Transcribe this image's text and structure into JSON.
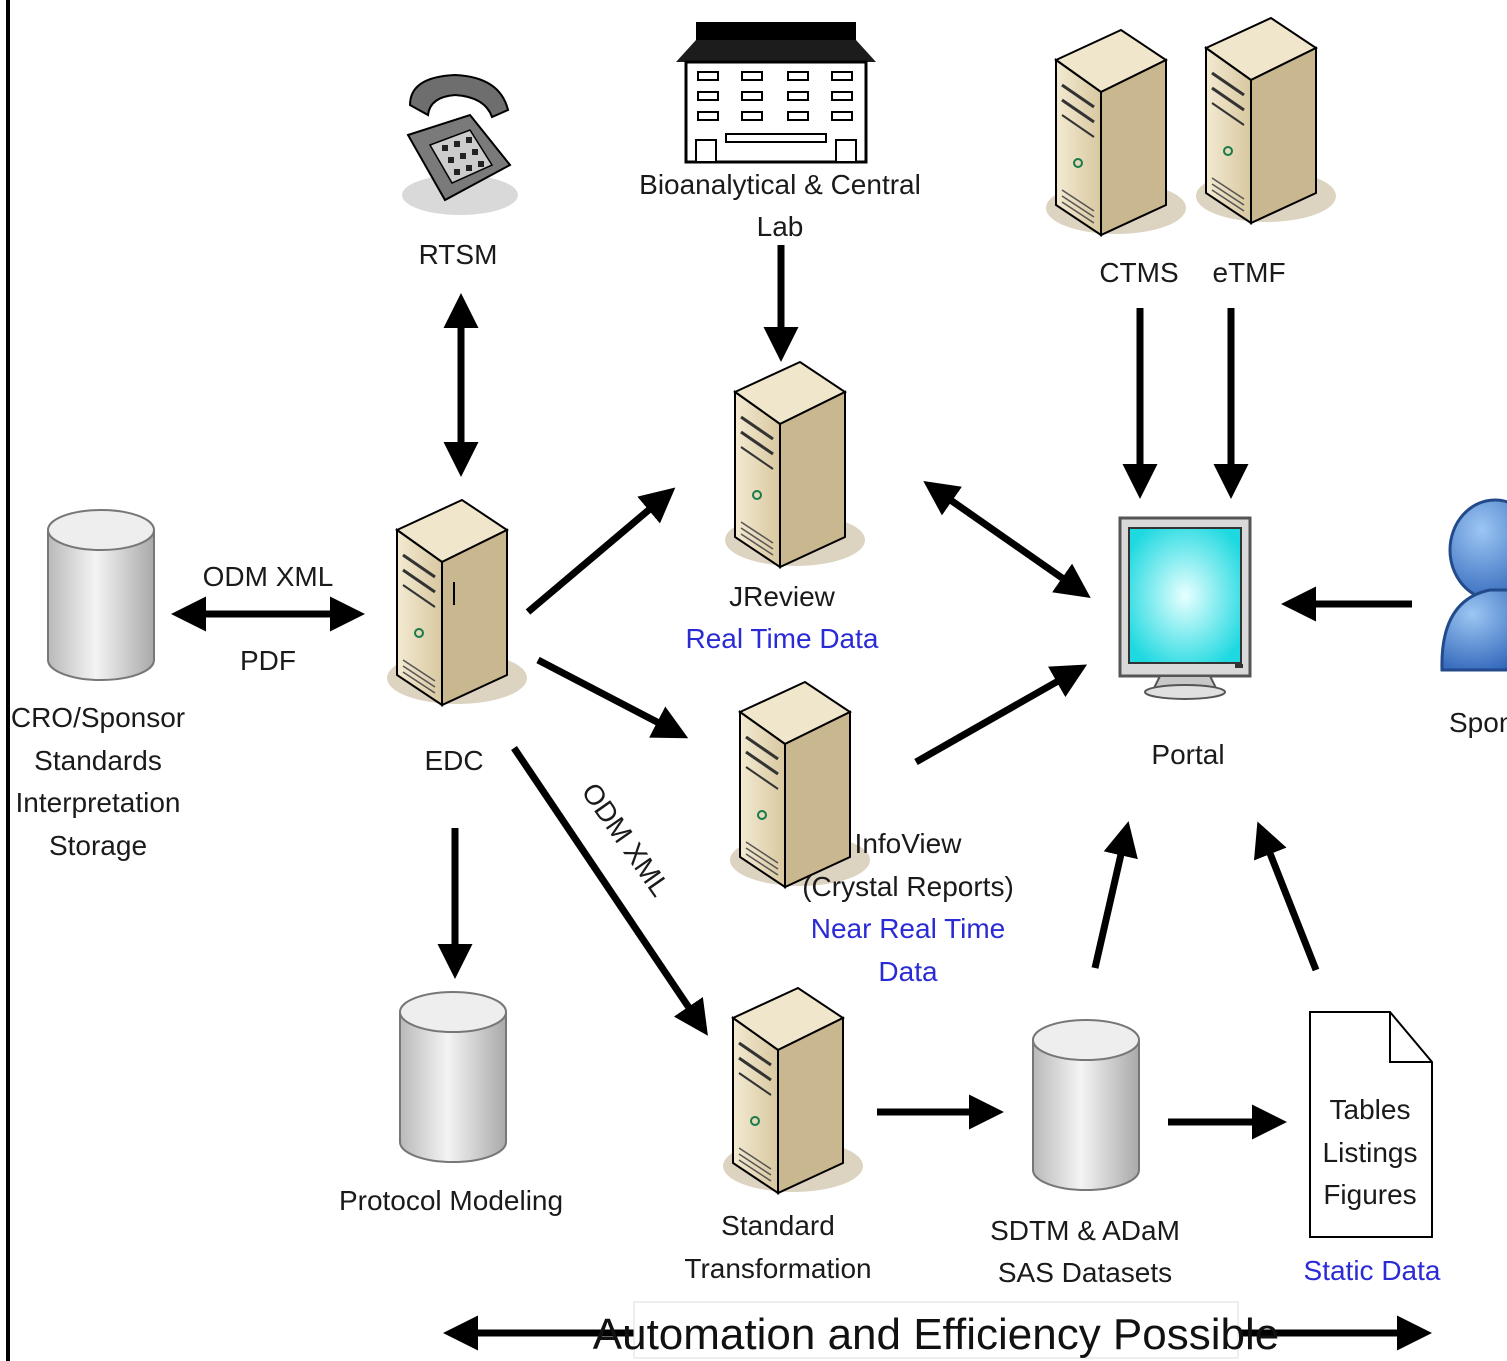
{
  "nodes": {
    "rtsm": {
      "label": "RTSM",
      "icon": "telephone-icon"
    },
    "lab": {
      "label_line1": "Bioanalytical & Central",
      "label_line2": "Lab",
      "icon": "building-icon"
    },
    "ctms": {
      "label": "CTMS",
      "icon": "server-icon"
    },
    "etmf": {
      "label": "eTMF",
      "icon": "server-icon"
    },
    "cro": {
      "lines": [
        "CRO/Sponsor",
        "Standards",
        "Interpretation",
        "Storage"
      ],
      "icon": "database-icon"
    },
    "edc": {
      "label": "EDC",
      "icon": "server-icon"
    },
    "jreview": {
      "label": "JReview",
      "sublabel": "Real Time Data",
      "icon": "server-icon"
    },
    "infoview": {
      "line1": "InfoView",
      "line2": "(Crystal Reports)",
      "sub1": "Near Real Time",
      "sub2": "Data",
      "icon": "server-icon"
    },
    "portal": {
      "label": "Portal",
      "icon": "monitor-icon"
    },
    "sponsor": {
      "label": "Spon",
      "icon": "user-icon"
    },
    "protocol": {
      "label": "Protocol Modeling",
      "icon": "database-icon"
    },
    "transform": {
      "line1": "Standard",
      "line2": "Transformation",
      "icon": "server-icon"
    },
    "sdtm": {
      "line1": "SDTM & ADaM",
      "line2": "SAS Datasets",
      "icon": "database-icon"
    },
    "tlf": {
      "lines": [
        "Tables",
        "Listings",
        "Figures"
      ],
      "sublabel": "Static Data",
      "icon": "document-icon"
    }
  },
  "edges": {
    "cro_edc_top": "ODM XML",
    "cro_edc_bottom": "PDF",
    "edc_transform": "ODM XML"
  },
  "banner": "Automation and Efficiency Possible",
  "colors": {
    "accent_text": "#2b2bd6",
    "server_body": "#e8dcc0",
    "screen": "#28e8ec",
    "user": "#3f7fd6"
  }
}
